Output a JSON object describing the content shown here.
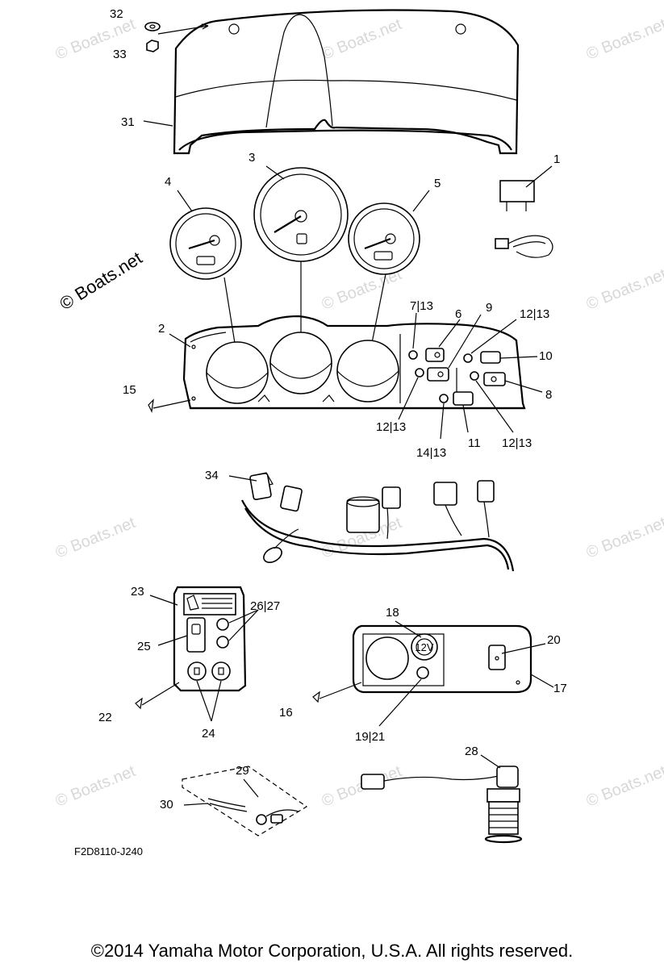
{
  "diagram": {
    "drawing_code": "F2D8110-J240",
    "watermark": "© Boats.net",
    "copyright": "©2014 Yamaha Motor Corporation, U.S.A. All rights reserved.",
    "callouts": {
      "c32": "32",
      "c33": "33",
      "c31": "31",
      "c1": "1",
      "c3": "3",
      "c4": "4",
      "c5": "5",
      "c2": "2",
      "c7_13": "7|13",
      "c6": "6",
      "c9": "9",
      "c12_13_a": "12|13",
      "c10": "10",
      "c8": "8",
      "c15": "15",
      "c12_13_b": "12|13",
      "c14_13": "14|13",
      "c11": "11",
      "c12_13_c": "12|13",
      "c34": "34",
      "c23": "23",
      "c26_27": "26|27",
      "c25": "25",
      "c22": "22",
      "c24": "24",
      "c18": "18",
      "c20": "20",
      "c17": "17",
      "c16": "16",
      "c19_21": "19|21",
      "c28": "28",
      "c29": "29",
      "c30": "30"
    },
    "switch_label": "12V"
  }
}
